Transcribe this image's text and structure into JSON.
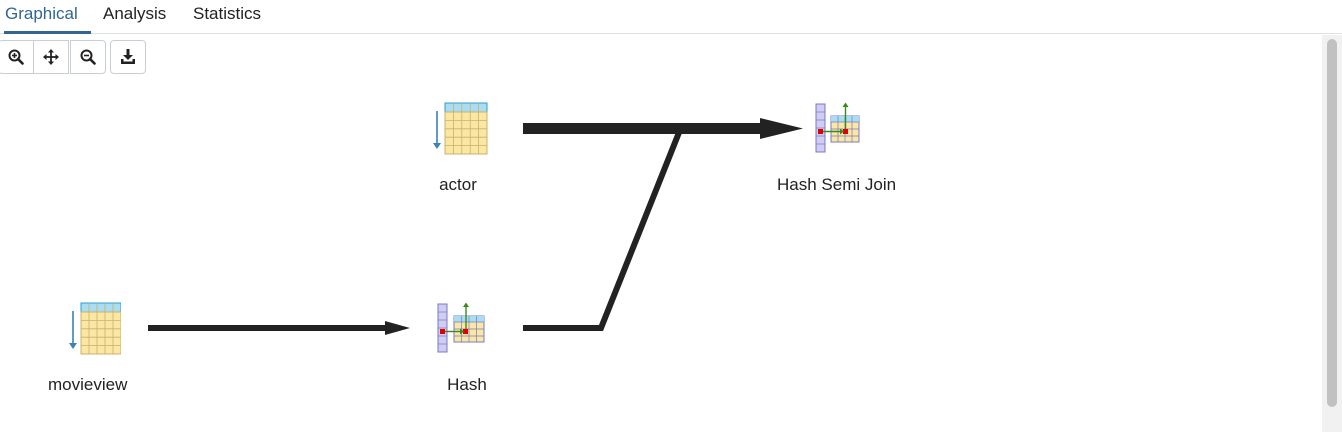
{
  "tabs": [
    {
      "label": "Graphical",
      "active": true
    },
    {
      "label": "Analysis",
      "active": false
    },
    {
      "label": "Statistics",
      "active": false
    }
  ],
  "toolbar": {
    "buttons": [
      {
        "name": "zoom-in",
        "icon": "zoom-in-icon"
      },
      {
        "name": "zoom-to-original",
        "icon": "move-arrows-icon"
      },
      {
        "name": "zoom-out",
        "icon": "zoom-out-icon"
      },
      {
        "name": "download",
        "icon": "download-icon"
      }
    ]
  },
  "plan": {
    "nodes": [
      {
        "id": "actor",
        "label": "actor",
        "icon": "seq-scan-table-icon"
      },
      {
        "id": "hash-semi-join",
        "label": "Hash Semi Join",
        "icon": "hash-join-icon"
      },
      {
        "id": "movieview",
        "label": "movieview",
        "icon": "seq-scan-table-icon"
      },
      {
        "id": "hash",
        "label": "Hash",
        "icon": "hash-icon"
      }
    ],
    "edges": [
      {
        "from": "actor",
        "to": "hash-semi-join"
      },
      {
        "from": "movieview",
        "to": "hash"
      },
      {
        "from": "hash",
        "to": "hash-semi-join"
      }
    ]
  },
  "colors": {
    "accent": "#326690",
    "edge": "#222222",
    "table_cell": "#fbe7a4",
    "table_header": "#a9ddf2",
    "hash_column": "#cfcdf2",
    "hash_marker": "#e00000",
    "hash_arrow": "#3a8a1a",
    "scan_arrow": "#3a82b8"
  }
}
